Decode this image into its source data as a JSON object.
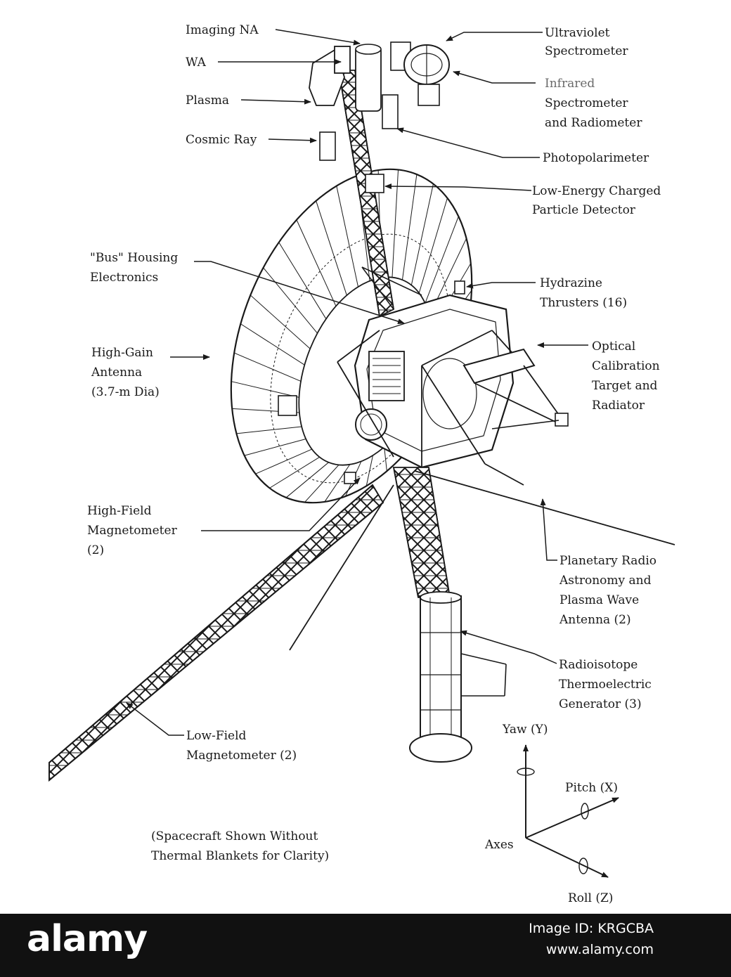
{
  "labels": {
    "imaging_na": "Imaging NA",
    "wa": "WA",
    "plasma": "Plasma",
    "cosmic_ray": "Cosmic Ray",
    "ultraviolet": [
      "Ultraviolet",
      "Spectrometer"
    ],
    "infrared": [
      "Infrared",
      "Spectrometer",
      "and Radiometer"
    ],
    "photopolarimeter": "Photopolarimeter",
    "lecp": [
      "Low-Energy Charged",
      "Particle Detector"
    ],
    "bus": [
      "\"Bus\" Housing",
      "Electronics"
    ],
    "thrusters": [
      "Hydrazine",
      "Thrusters (16)"
    ],
    "high_gain": [
      "High-Gain",
      "Antenna",
      "(3.7-m Dia)"
    ],
    "optical": [
      "Optical",
      "Calibration",
      "Target and",
      "Radiator"
    ],
    "high_field": [
      "High-Field",
      "Magnetometer",
      "(2)"
    ],
    "radio": [
      "Planetary Radio",
      "Astronomy and",
      "Plasma Wave",
      "Antenna (2)"
    ],
    "rtg": [
      "Radioisotope",
      "Thermoelectric",
      "Generator (3)"
    ],
    "low_field": [
      "Low-Field",
      "Magnetometer (2)"
    ],
    "note": [
      "(Spacecraft Shown Without",
      "Thermal Blankets for Clarity)"
    ],
    "axes": {
      "yaw": "Yaw (Y)",
      "pitch": "Pitch (X)",
      "roll": "Roll (Z)",
      "title": "Axes"
    }
  },
  "footer": {
    "brand": "alamy",
    "image_id": "Image ID: KRGCBA",
    "url": "www.alamy.com"
  }
}
